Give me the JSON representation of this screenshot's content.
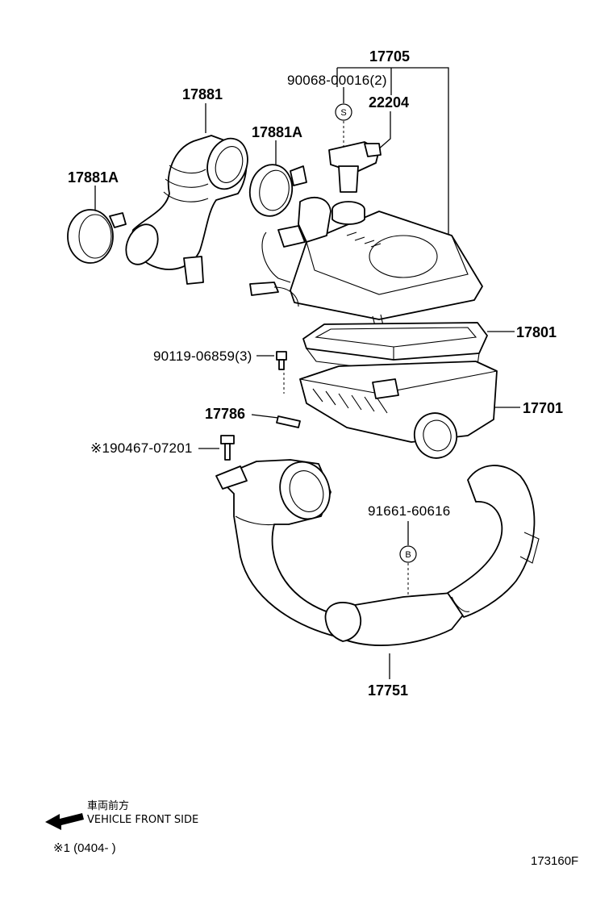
{
  "callouts": {
    "p17705": "17705",
    "p90068": "90068-00016(2)",
    "p22204": "22204",
    "p17881": "17881",
    "p17881A_right": "17881A",
    "p17881A_left": "17881A",
    "p17801": "17801",
    "p90119": "90119-06859(3)",
    "p17701": "17701",
    "p17786": "17786",
    "p90467": "※190467-07201",
    "p91661": "91661-60616",
    "p17751": "17751"
  },
  "symbols": {
    "s": "S",
    "b": "B"
  },
  "legend": {
    "japanese": "車両前方",
    "english": "VEHICLE FRONT SIDE",
    "note": "※1 (0404-   )"
  },
  "figure_code": "173160F"
}
